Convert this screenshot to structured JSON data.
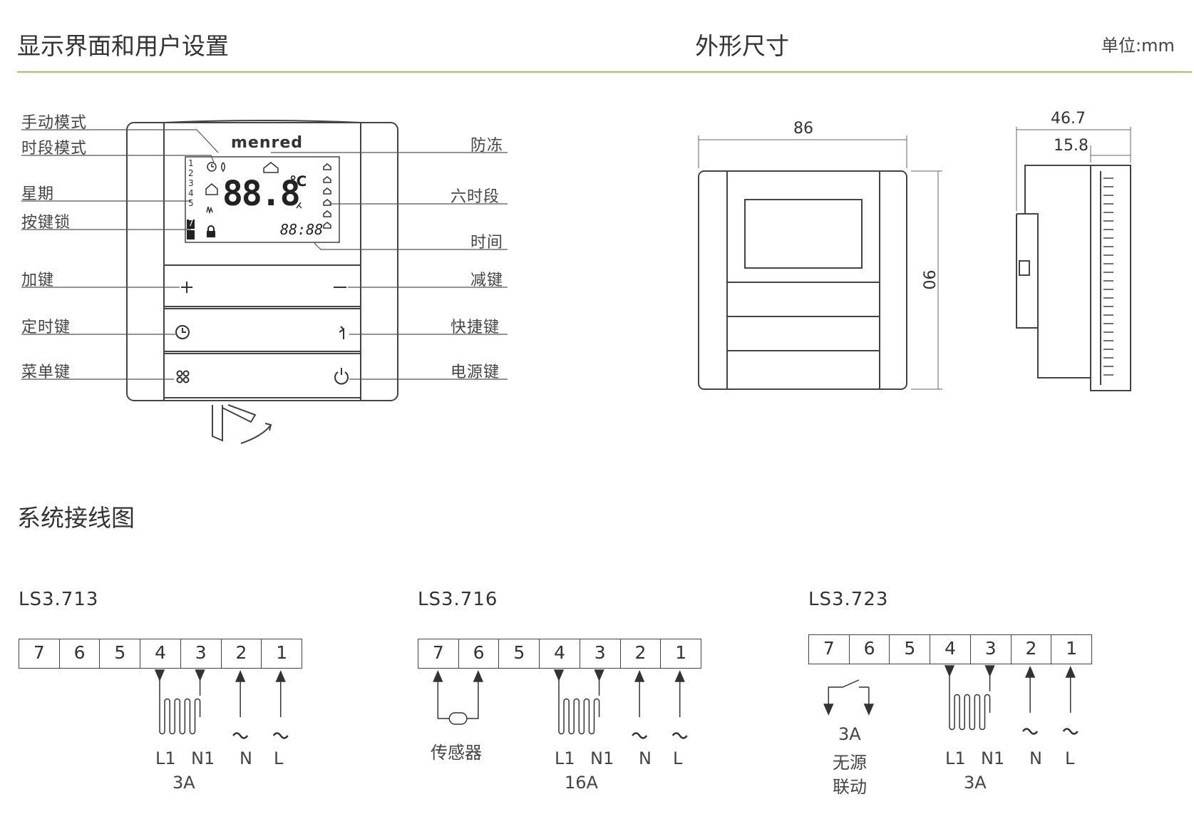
{
  "headers": {
    "display_title": "显示界面和用户设置",
    "dimensions_title": "外形尺寸",
    "unit": "单位:mm",
    "wiring_title": "系统接线图"
  },
  "device": {
    "brand": "menred",
    "lcd_temp": "88.8",
    "lcd_unit": "℃",
    "lcd_time": "88:88",
    "day_numbers": [
      "1",
      "2",
      "3",
      "4",
      "5",
      "6",
      "7"
    ]
  },
  "callouts_left": [
    "手动模式",
    "时段模式",
    "星期",
    "按键锁",
    "加键",
    "定时键",
    "菜单键"
  ],
  "callouts_right": [
    "防冻",
    "六时段",
    "时间",
    "减键",
    "快捷键",
    "电源键"
  ],
  "dimensions": {
    "front_width": "86",
    "front_height": "90",
    "side_depth": "46.7",
    "side_inner": "15.8"
  },
  "wiring": [
    {
      "model": "LS3.713",
      "terminals": [
        "7",
        "6",
        "5",
        "4",
        "3",
        "2",
        "1"
      ],
      "load_labels": [
        "L1",
        "N1"
      ],
      "supply_labels": [
        "N",
        "L"
      ],
      "rating": "3A"
    },
    {
      "model": "LS3.716",
      "terminals": [
        "7",
        "6",
        "5",
        "4",
        "3",
        "2",
        "1"
      ],
      "sensor_label": "传感器",
      "load_labels": [
        "L1",
        "N1"
      ],
      "supply_labels": [
        "N",
        "L"
      ],
      "rating": "16A"
    },
    {
      "model": "LS3.723",
      "terminals": [
        "7",
        "6",
        "5",
        "4",
        "3",
        "2",
        "1"
      ],
      "contact_labels": [
        "3A",
        "无源",
        "联动"
      ],
      "load_labels": [
        "L1",
        "N1"
      ],
      "supply_labels": [
        "N",
        "L"
      ],
      "rating": "3A"
    }
  ]
}
